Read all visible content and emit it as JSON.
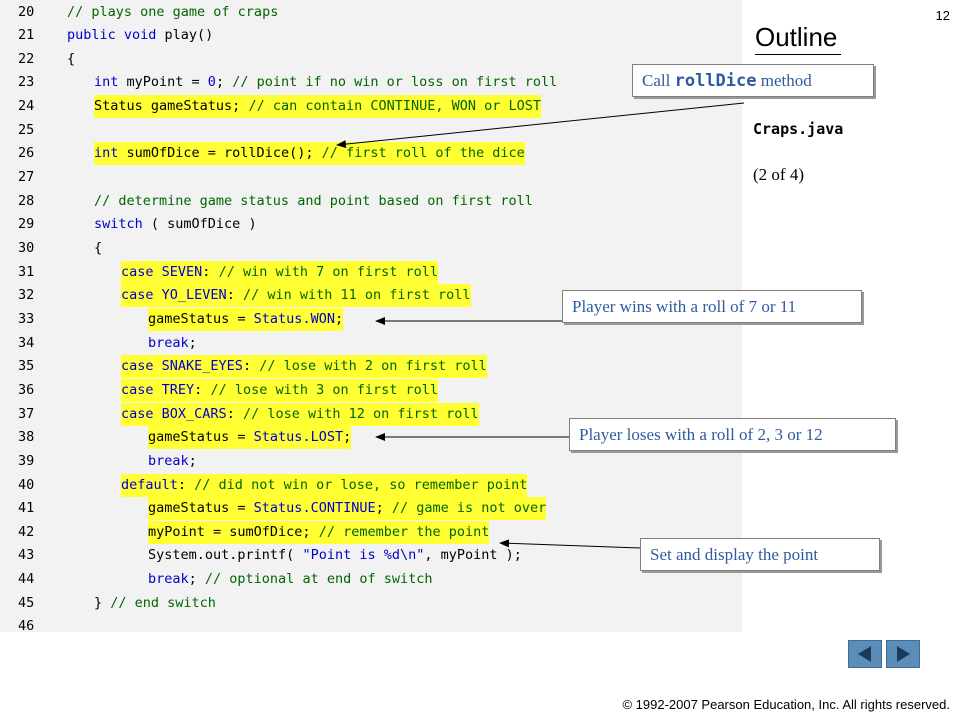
{
  "page_number": "12",
  "outline": {
    "title": "Outline",
    "file_name": "Craps.java",
    "part": "(2 of 4)"
  },
  "callouts": {
    "call_roll_dice_prefix": "Call ",
    "call_roll_dice_method": "rollDice",
    "call_roll_dice_suffix": " method",
    "player_wins": "Player wins with a roll of 7 or 11",
    "player_loses": "Player loses with a roll of 2, 3 or 12",
    "set_display_point": "Set and display the point"
  },
  "copyright": "© 1992-2007 Pearson Education, Inc.  All rights reserved.",
  "code_lines": [
    {
      "num": "20",
      "indent": 1,
      "hl": false,
      "segs": [
        {
          "t": "// plays one game of craps",
          "c": "comment"
        }
      ]
    },
    {
      "num": "21",
      "indent": 1,
      "hl": false,
      "segs": [
        {
          "t": "public void",
          "c": "kw"
        },
        {
          "t": " play()",
          "c": "plain"
        }
      ]
    },
    {
      "num": "22",
      "indent": 1,
      "hl": false,
      "segs": [
        {
          "t": "{",
          "c": "plain"
        }
      ]
    },
    {
      "num": "23",
      "indent": 2,
      "hl": false,
      "segs": [
        {
          "t": "int",
          "c": "kw"
        },
        {
          "t": " myPoint = ",
          "c": "plain"
        },
        {
          "t": "0",
          "c": "const"
        },
        {
          "t": "; ",
          "c": "plain"
        },
        {
          "t": "// point if no win or loss on first roll",
          "c": "comment"
        }
      ]
    },
    {
      "num": "24",
      "indent": 2,
      "hl": true,
      "segs": [
        {
          "t": "Status gameStatus; ",
          "c": "plain"
        },
        {
          "t": "// can contain CONTINUE, WON or LOST",
          "c": "comment"
        }
      ]
    },
    {
      "num": "25",
      "indent": 0,
      "hl": false,
      "segs": []
    },
    {
      "num": "26",
      "indent": 2,
      "hl": true,
      "segs": [
        {
          "t": "int",
          "c": "kw"
        },
        {
          "t": " sumOfDice = rollDice(); ",
          "c": "plain"
        },
        {
          "t": "// first roll of the dice",
          "c": "comment"
        }
      ]
    },
    {
      "num": "27",
      "indent": 0,
      "hl": false,
      "segs": []
    },
    {
      "num": "28",
      "indent": 2,
      "hl": false,
      "segs": [
        {
          "t": "// determine game status and point based on first roll",
          "c": "comment"
        }
      ]
    },
    {
      "num": "29",
      "indent": 2,
      "hl": false,
      "segs": [
        {
          "t": "switch",
          "c": "kw"
        },
        {
          "t": " ( sumOfDice )",
          "c": "plain"
        }
      ]
    },
    {
      "num": "30",
      "indent": 2,
      "hl": false,
      "segs": [
        {
          "t": "{",
          "c": "plain"
        }
      ]
    },
    {
      "num": "31",
      "indent": 3,
      "hl": true,
      "segs": [
        {
          "t": "case",
          "c": "kw"
        },
        {
          "t": " ",
          "c": "plain"
        },
        {
          "t": "SEVEN",
          "c": "const"
        },
        {
          "t": ": ",
          "c": "plain"
        },
        {
          "t": "// win with 7 on first roll",
          "c": "comment"
        }
      ]
    },
    {
      "num": "32",
      "indent": 3,
      "hl": true,
      "segs": [
        {
          "t": "case",
          "c": "kw"
        },
        {
          "t": " ",
          "c": "plain"
        },
        {
          "t": "YO_LEVEN",
          "c": "const"
        },
        {
          "t": ": ",
          "c": "plain"
        },
        {
          "t": "// win with 11 on first roll",
          "c": "comment"
        }
      ]
    },
    {
      "num": "33",
      "indent": 4,
      "hl": true,
      "segs": [
        {
          "t": "gameStatus = ",
          "c": "plain"
        },
        {
          "t": "Status.WON",
          "c": "const"
        },
        {
          "t": ";",
          "c": "plain"
        }
      ]
    },
    {
      "num": "34",
      "indent": 4,
      "hl": false,
      "segs": [
        {
          "t": "break",
          "c": "kw"
        },
        {
          "t": ";",
          "c": "plain"
        }
      ]
    },
    {
      "num": "35",
      "indent": 3,
      "hl": true,
      "segs": [
        {
          "t": "case",
          "c": "kw"
        },
        {
          "t": " ",
          "c": "plain"
        },
        {
          "t": "SNAKE_EYES",
          "c": "const"
        },
        {
          "t": ": ",
          "c": "plain"
        },
        {
          "t": "// lose with 2 on first roll",
          "c": "comment"
        }
      ]
    },
    {
      "num": "36",
      "indent": 3,
      "hl": true,
      "segs": [
        {
          "t": "case",
          "c": "kw"
        },
        {
          "t": " ",
          "c": "plain"
        },
        {
          "t": "TREY",
          "c": "const"
        },
        {
          "t": ": ",
          "c": "plain"
        },
        {
          "t": "// lose with 3 on first roll",
          "c": "comment"
        }
      ]
    },
    {
      "num": "37",
      "indent": 3,
      "hl": true,
      "segs": [
        {
          "t": "case",
          "c": "kw"
        },
        {
          "t": " ",
          "c": "plain"
        },
        {
          "t": "BOX_CARS",
          "c": "const"
        },
        {
          "t": ": ",
          "c": "plain"
        },
        {
          "t": "// lose with 12 on first roll",
          "c": "comment"
        }
      ]
    },
    {
      "num": "38",
      "indent": 4,
      "hl": true,
      "segs": [
        {
          "t": "gameStatus = ",
          "c": "plain"
        },
        {
          "t": "Status.LOST",
          "c": "const"
        },
        {
          "t": ";",
          "c": "plain"
        }
      ]
    },
    {
      "num": "39",
      "indent": 4,
      "hl": false,
      "segs": [
        {
          "t": "break",
          "c": "kw"
        },
        {
          "t": ";",
          "c": "plain"
        }
      ]
    },
    {
      "num": "40",
      "indent": 3,
      "hl": true,
      "segs": [
        {
          "t": "default",
          "c": "kw"
        },
        {
          "t": ": ",
          "c": "plain"
        },
        {
          "t": "// did not win or lose, so remember point",
          "c": "comment"
        }
      ]
    },
    {
      "num": "41",
      "indent": 4,
      "hl": true,
      "segs": [
        {
          "t": "gameStatus = ",
          "c": "plain"
        },
        {
          "t": "Status.CONTINUE",
          "c": "const"
        },
        {
          "t": "; ",
          "c": "plain"
        },
        {
          "t": "// game is not over",
          "c": "comment"
        }
      ]
    },
    {
      "num": "42",
      "indent": 4,
      "hl": true,
      "segs": [
        {
          "t": "myPoint = sumOfDice; ",
          "c": "plain"
        },
        {
          "t": "// remember the point",
          "c": "comment"
        }
      ]
    },
    {
      "num": "43",
      "indent": 4,
      "hl": false,
      "segs": [
        {
          "t": "System.out.printf( ",
          "c": "plain"
        },
        {
          "t": "\"Point is %d\\n\"",
          "c": "str"
        },
        {
          "t": ", myPoint );",
          "c": "plain"
        }
      ]
    },
    {
      "num": "44",
      "indent": 4,
      "hl": false,
      "segs": [
        {
          "t": "break",
          "c": "kw"
        },
        {
          "t": "; ",
          "c": "plain"
        },
        {
          "t": "// optional at end of switch",
          "c": "comment"
        }
      ]
    },
    {
      "num": "45",
      "indent": 2,
      "hl": false,
      "segs": [
        {
          "t": "} ",
          "c": "plain"
        },
        {
          "t": "// end switch",
          "c": "comment"
        }
      ]
    },
    {
      "num": "46",
      "indent": 0,
      "hl": false,
      "segs": []
    }
  ],
  "colors": {
    "code_bg": "#f2f2f2",
    "highlight": "#ffff33",
    "keyword": "#0000cc",
    "comment": "#006600",
    "callout_text": "#2f5aa0",
    "nav_button": "#5b8db8"
  },
  "nav": {
    "prev_icon": "triangle-left-icon",
    "next_icon": "triangle-right-icon"
  }
}
